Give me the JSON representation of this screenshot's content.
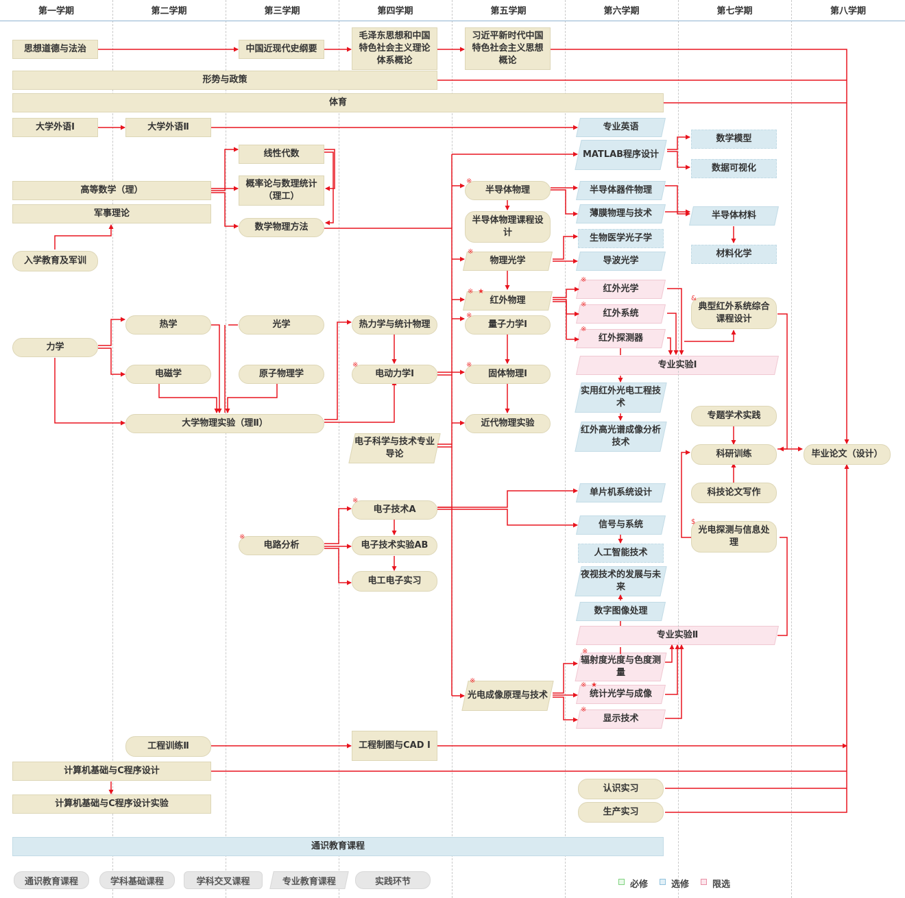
{
  "semesters": [
    "第一学期",
    "第二学期",
    "第三学期",
    "第四学期",
    "第五学期",
    "第六学期",
    "第七学期",
    "第八学期"
  ],
  "courses": {
    "sixiang": "思想道德与法治",
    "jindaishi": "中国近现代史纲要",
    "maogai": "毛泽东思想和中国特色社会主义理论体系概论",
    "xi": "习近平新时代中国特色社会主义思想概论",
    "xingshi": "形势与政策",
    "tiyu": "体育",
    "waiyu1": "大学外语Ⅰ",
    "waiyu2": "大学外语Ⅱ",
    "zhuanyeyingyu": "专业英语",
    "matlab": "MATLAB程序设计",
    "shuxuemoxing": "数学模型",
    "shujukeshihua": "数据可视化",
    "xiandai": "线性代数",
    "gailv": "概率论与数理统计（理工）",
    "gaoshu": "高等数学（理）",
    "junshililun": "军事理论",
    "shuwufangfa": "数学物理方法",
    "ruxue": "入学教育及军训",
    "bandaotiwuli": "半导体物理",
    "bandaotikecheng": "半导体物理课程设计",
    "bandaotiqijian": "半导体器件物理",
    "baomo": "薄膜物理与技术",
    "bandaoticailiao": "半导体材料",
    "cailiaohuaxue": "材料化学",
    "wuliguangxue": "物理光学",
    "shengwuyixue": "生物医学光子学",
    "daobo": "导波光学",
    "hongwaiwuli": "红外物理",
    "hongwaiguangxue": "红外光学",
    "hongwaixitong": "红外系统",
    "hongwaitanceqi": "红外探测器",
    "dianxinghongwai": "典型红外系统综合课程设计",
    "lixue": "力学",
    "rexue": "热学",
    "guangxue": "光学",
    "dianci": "电磁学",
    "yuanzi": "原子物理学",
    "relixue": "热力学与统计物理",
    "dongli": "电动力学Ⅰ",
    "liangzi": "量子力学Ⅰ",
    "guti": "固体物理Ⅰ",
    "jindaiwuli": "近代物理实验",
    "zhuanyeshiyan1": "专业实验Ⅰ",
    "shiyonghongwai": "实用红外光电工程技术",
    "gaoguangpu": "红外高光谱成像分析技术",
    "dawushiyan": "大学物理实验（理Ⅱ）",
    "dianzikexue": "电子科学与技术专业导论",
    "zhuantixueshu": "专题学术实践",
    "keyanxunlian": "科研训练",
    "biyelunwen": "毕业论文（设计）",
    "danpianji": "单片机系统设计",
    "keji": "科技论文写作",
    "dianzijishuA": "电子技术A",
    "xinhao": "信号与系统",
    "dianlu": "电路分析",
    "dianzishiyan": "电子技术实验AB",
    "rengongzhineng": "人工智能技术",
    "guangdiantance": "光电探测与信息处理",
    "diangong": "电工电子实习",
    "yeshi": "夜视技术的发展与未来",
    "shuzituxiang": "数字图像处理",
    "zhuanyeshiyan2": "专业实验Ⅱ",
    "fushedu": "辐射度光度与色度测量",
    "guangdianchengxiang": "光电成像原理与技术",
    "tongjiguangxue": "统计光学与成像",
    "xianshi": "显示技术",
    "gongchengxunlian": "工程训练Ⅱ",
    "zhitu": "工程制图与CAD Ⅰ",
    "jisuanji": "计算机基础与C程序设计",
    "jisuanjishiyan": "计算机基础与C程序设计实验",
    "renshi": "认识实习",
    "shengchan": "生产实习",
    "tongshi": "通识教育课程"
  },
  "markers": {
    "ref": "※",
    "star": "★",
    "amp": "&",
    "dollar": "$"
  },
  "legend": {
    "categories": [
      "通识教育课程",
      "学科基础课程",
      "学科交叉课程",
      "专业教育课程",
      "实践环节"
    ],
    "types": [
      {
        "label": "必修",
        "color": "#7fd37f"
      },
      {
        "label": "选修",
        "color": "#8fc1dd"
      },
      {
        "label": "限选",
        "color": "#e98fa5"
      }
    ]
  },
  "colors": {
    "arrow": "#e8141e",
    "beige": "#efe9cf",
    "blue": "#d9eaf1",
    "pink": "#fbe6ec"
  }
}
